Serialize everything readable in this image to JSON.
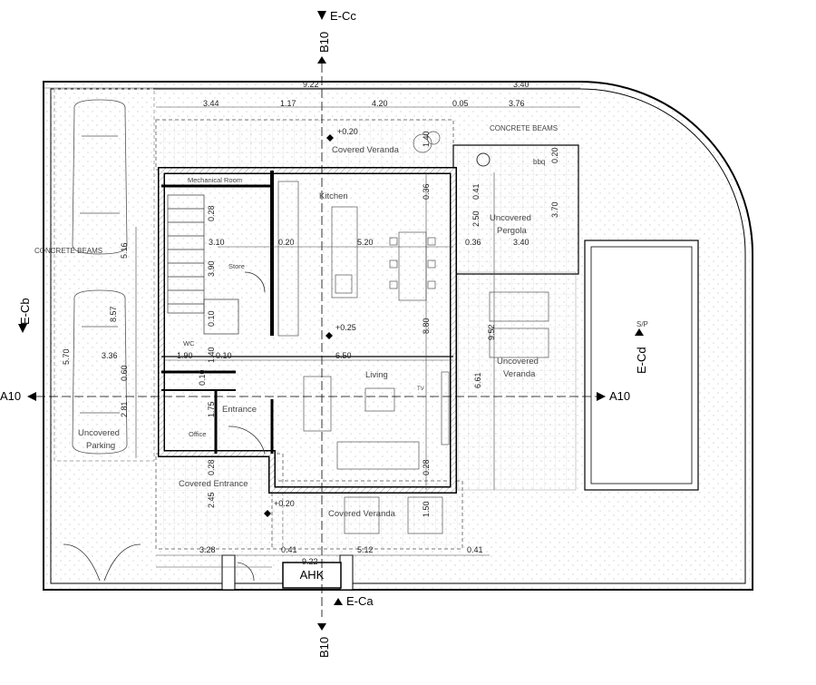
{
  "sections": {
    "top_cut": "E-Cc",
    "left_cut": "E-Cb",
    "bottom_cut": "E-Ca",
    "right_cut": "E-Cd",
    "axis_a_left": "A10",
    "axis_a_right": "A10",
    "axis_b_top": "B10",
    "axis_b_bottom": "B10"
  },
  "rooms": {
    "mechanical": "Mechanical Room",
    "kitchen": "Kitchen",
    "store": "Store",
    "wc": "WC",
    "living": "Living",
    "entrance": "Entrance",
    "office": "Office",
    "covered_veranda_top": "Covered Veranda",
    "covered_veranda_bottom": "Covered Veranda",
    "covered_entrance": "Covered Entrance",
    "uncovered_pergola_1": "Uncovered",
    "uncovered_pergola_2": "Pergola",
    "uncovered_veranda_1": "Uncovered",
    "uncovered_veranda_2": "Veranda",
    "uncovered_parking_1": "Uncovered",
    "uncovered_parking_2": "Parking",
    "concrete_beams_top": "CONCRETE BEAMS",
    "concrete_beams_left": "CONCRETE BEAMS",
    "bbq": "bbq",
    "sp": "S/P",
    "tv": "TV",
    "ahk": "AHK"
  },
  "levels": {
    "top": "+0.20",
    "center": "+0.25",
    "bottom": "+0.20"
  },
  "dimensions": {
    "d_922_top": "9.22",
    "d_340_top": "3.40",
    "d_344": "3.44",
    "d_117": "1.17",
    "d_420": "4.20",
    "d_005": "0.05",
    "d_376": "3.76",
    "d_140": "1.40",
    "d_020_bbq": "0.20",
    "d_036_k": "0.36",
    "d_041_a": "0.41",
    "d_250": "2.50",
    "d_370": "3.70",
    "d_036_p": "0.36",
    "d_340_p": "3.40",
    "d_028_st": "0.28",
    "d_310": "3.10",
    "d_020_k": "0.20",
    "d_520": "5.20",
    "d_390": "3.90",
    "d_516": "5.16",
    "d_857": "8.57",
    "d_010_st": "0.10",
    "d_336": "3.36",
    "d_570": "5.70",
    "d_060": "0.60",
    "d_190": "1.90",
    "d_140_wc": "1.40",
    "d_010_wc": "0.10",
    "d_650": "6.50",
    "d_880": "8.80",
    "d_952": "9.52",
    "d_661": "6.61",
    "d_010_o": "0.10",
    "d_175": "1.75",
    "d_281": "2.81",
    "d_028_e": "0.28",
    "d_028_l": "0.28",
    "d_245": "2.45",
    "d_150": "1.50",
    "d_328": "3.28",
    "d_041_b": "0.41",
    "d_922_b": "9.22",
    "d_512": "5.12",
    "d_041_c": "0.41"
  },
  "icons": [
    "section-arrow-icon",
    "car-icon",
    "level-marker-icon",
    "door-swing-icon",
    "stair-icon",
    "bbq-icon"
  ]
}
